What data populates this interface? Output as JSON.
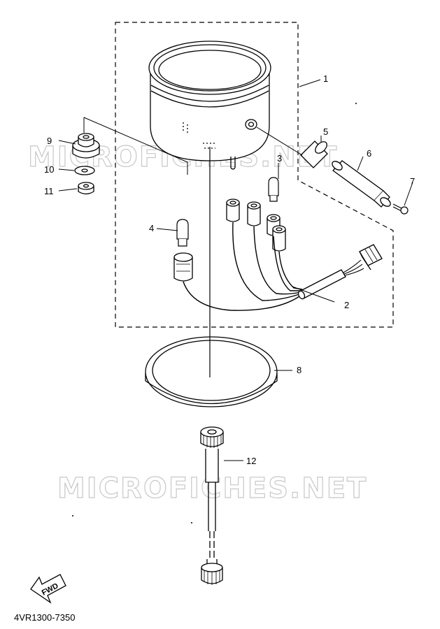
{
  "diagram": {
    "callouts": [
      "1",
      "2",
      "3",
      "4",
      "5",
      "6",
      "7",
      "8",
      "9",
      "10",
      "11",
      "12"
    ],
    "watermark_text": "MICROFICHES.NET",
    "direction_label": "FWD",
    "diagram_code": "4VR1300-7350"
  },
  "colors": {
    "line": "#000000",
    "watermark": "#c8c8c8",
    "background": "#ffffff"
  }
}
